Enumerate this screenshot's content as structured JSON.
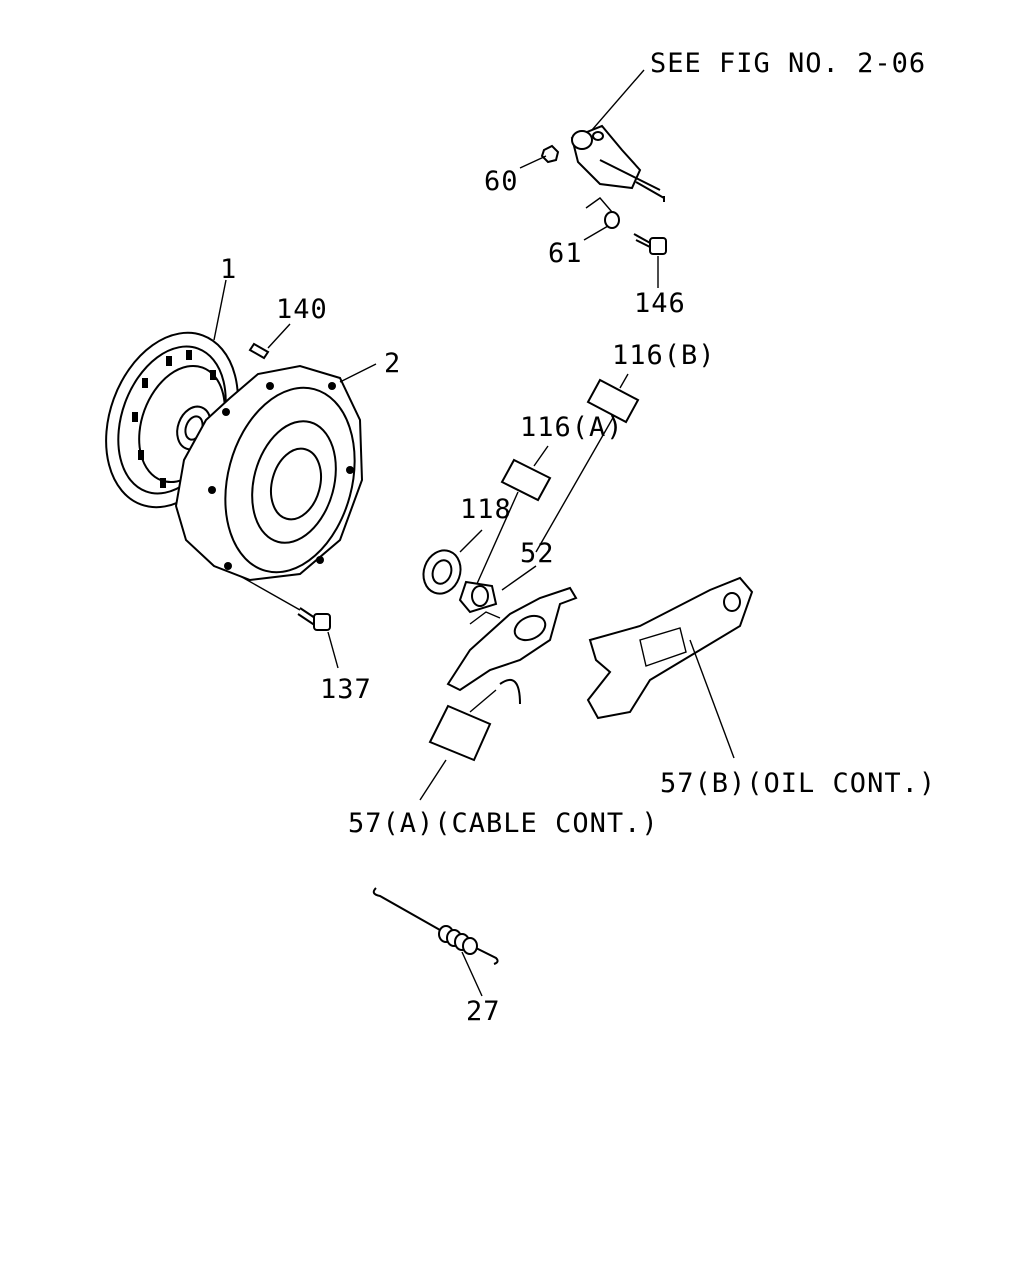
{
  "diagram": {
    "reference_note": "SEE FIG NO. 2-06",
    "labels": {
      "l60": "60",
      "l61": "61",
      "l146": "146",
      "l1": "1",
      "l140": "140",
      "l2": "2",
      "l116b": "116(B)",
      "l116a": "116(A)",
      "l118": "118",
      "l52": "52",
      "l137": "137",
      "l57b": "57(B)(OIL CONT.)",
      "l57a": "57(A)(CABLE CONT.)",
      "l27": "27"
    }
  }
}
